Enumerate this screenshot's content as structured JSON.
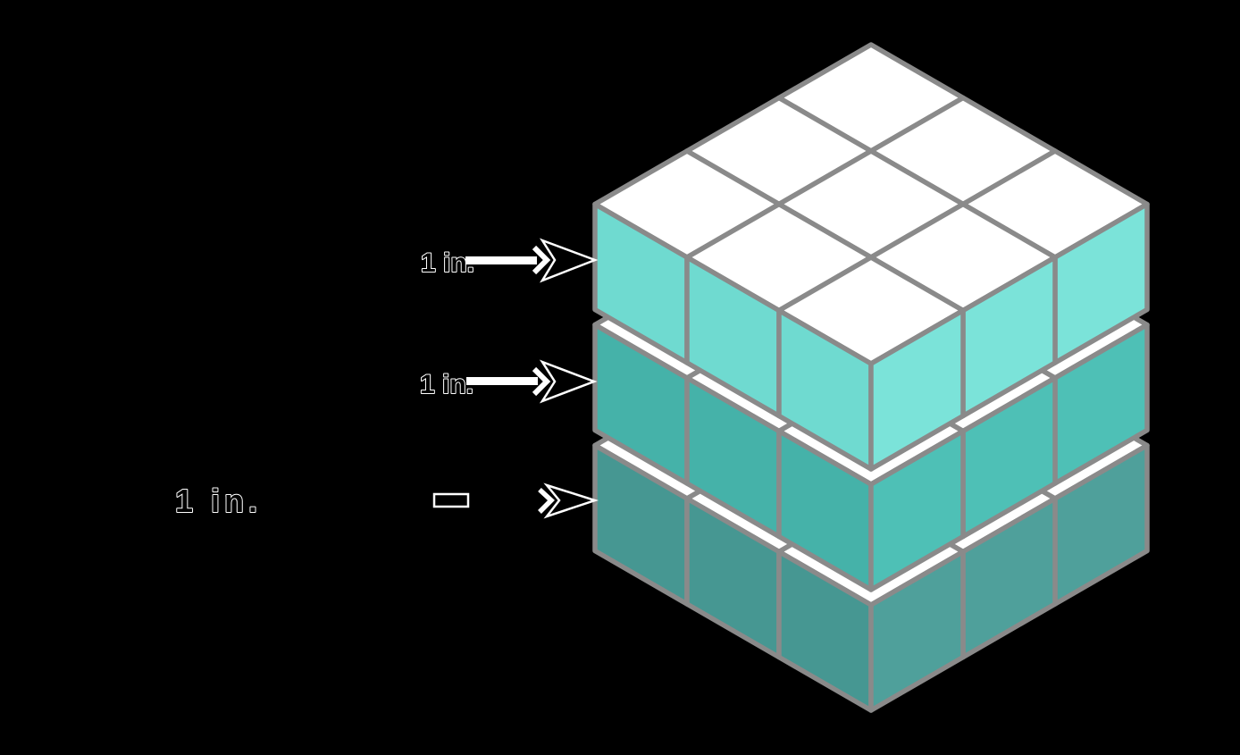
{
  "figure": {
    "type": "isometric-cube-diagram",
    "layers": 3,
    "cells_per_layer_side": 3,
    "unit_cubes_per_layer": 9
  },
  "annotations": [
    {
      "label": "1 in.",
      "target": "top-layer"
    },
    {
      "label": "1 in.",
      "target": "middle-layer"
    },
    {
      "label": "1 in.",
      "target": "bottom-layer"
    }
  ],
  "colors": {
    "background": "#000000",
    "edge": "#8A8A8A",
    "top_face": "#FFFFFF",
    "layer1_left": "#6FDAD0",
    "layer1_right": "#7BE3D9",
    "layer2_left": "#45B2A9",
    "layer2_right": "#4EC0B6",
    "layer3_left": "#469792",
    "layer3_right": "#4FA09B",
    "arrow_ink": "#000000",
    "arrow_outline": "#FFFFFF"
  }
}
